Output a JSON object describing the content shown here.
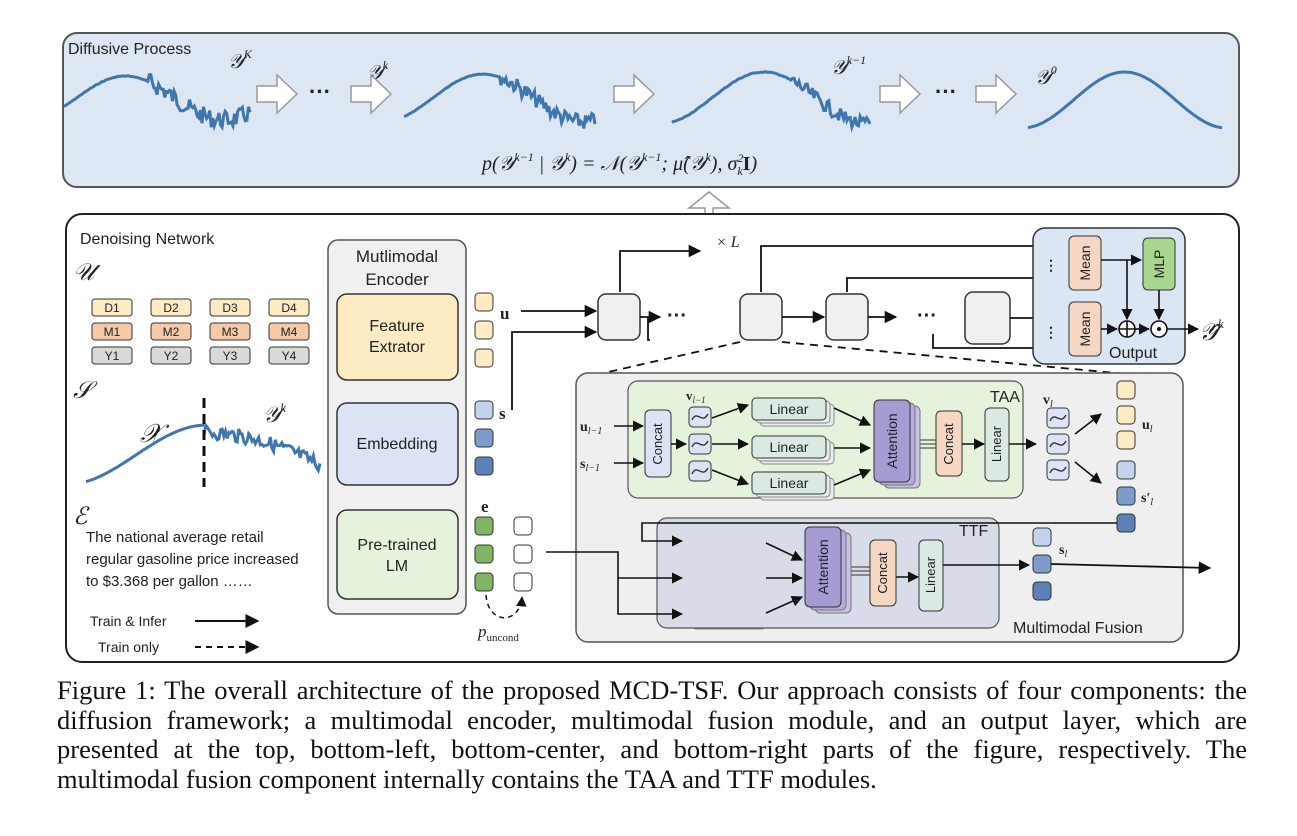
{
  "diffusion": {
    "title": "Diffusive Process",
    "states": [
      "𝒴^K",
      "𝒴^k",
      "𝒴^{k−1}",
      "𝒴^0"
    ],
    "ellipsis": "···",
    "equation": "p(𝒴^{k−1} | 𝒴^k) = 𝒩(𝒴^{k−1}; μ̂(𝒴^k), σ_k²I)"
  },
  "denoising": {
    "title": "Denoising Network",
    "loop_label": "× L",
    "inputs": {
      "u_symbol": "𝒰",
      "grid": [
        [
          "D1",
          "D2",
          "D3",
          "D4"
        ],
        [
          "M1",
          "M2",
          "M3",
          "M4"
        ],
        [
          "Y1",
          "Y2",
          "Y3",
          "Y4"
        ]
      ],
      "s_symbol": "𝒮",
      "x_symbol": "𝒳",
      "yk_symbol": "𝒴^k",
      "e_symbol": "ℰ",
      "text_lines": [
        "The national average retail",
        "regular gasoline price increased",
        "to $3.368 per gallon ……"
      ]
    },
    "legend": {
      "solid": "Train & Infer",
      "dashed": "Train only"
    },
    "encoder": {
      "title_lines": [
        "Mutlimodal",
        "Encoder"
      ],
      "feature_lines": [
        "Feature",
        "Extrator"
      ],
      "embedding": "Embedding",
      "lm_lines": [
        "Pre-trained",
        "LM"
      ],
      "u": "u",
      "s": "s",
      "e": "e",
      "puncond": "p",
      "puncond_sub": "uncond"
    },
    "fusion": {
      "title": "Multimodal Fusion",
      "taa": "TAA",
      "ttf": "TTF",
      "linear": "Linear",
      "attention": "Attention",
      "concat": "Concat",
      "v_prev": "v",
      "v_prev_sub": "l−1",
      "v_l": "v",
      "v_l_sub": "l",
      "u_prev": "u",
      "u_prev_sub": "l−1",
      "s_prev": "s",
      "s_prev_sub": "l−1",
      "u_l": "u",
      "u_l_sub": "l",
      "s_prime": "s′",
      "s_prime_sub": "l",
      "s_l": "s",
      "s_l_sub": "l"
    },
    "output": {
      "title": "Output",
      "mean": "Mean",
      "mlp": "MLP",
      "y_hat": "𝒴̂^k"
    }
  },
  "caption": "Figure 1: The overall architecture of the proposed MCD-TSF. Our approach consists of four components: the diffusion framework; a multimodal encoder, multimodal fusion module, and an output layer, which are presented at the top, bottom-left, bottom-center, and bottom-right parts of the figure, respectively. The multimodal fusion component internally contains the TAA and TTF modules.",
  "colors": {
    "diff_bg": "#dce7f3",
    "wave": "#3f76b0",
    "beige": "#fcebc3",
    "blue": "#dbe3f4",
    "green": "#e5f2dc",
    "peach": "#f6d7c3",
    "purple": "#a79bd4",
    "gray": "#dcdcdc",
    "teal_text": "#6aab2b"
  }
}
